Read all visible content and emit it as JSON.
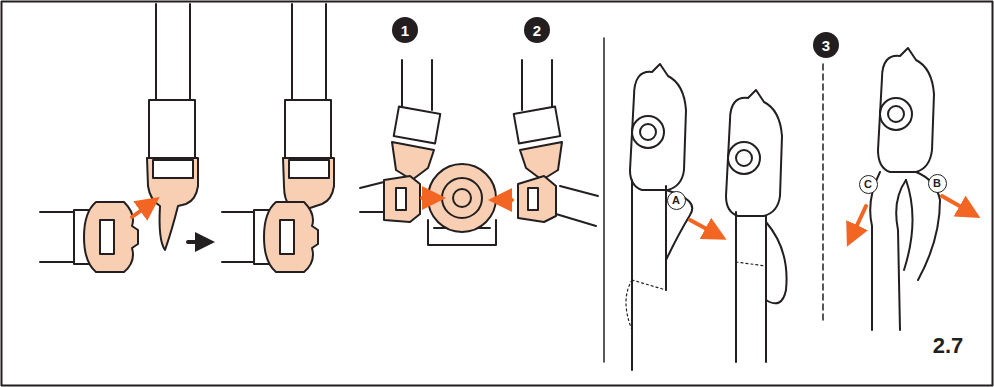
{
  "diagram": {
    "labels": [
      "1",
      "2",
      "3",
      "A",
      "B",
      "C",
      "2.7"
    ]
  }
}
